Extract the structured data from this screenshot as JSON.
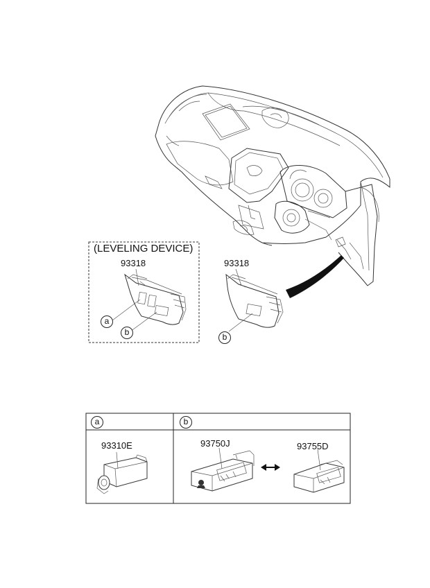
{
  "leveling_device": {
    "heading": "(LEVELING DEVICE)",
    "part_no": "93318",
    "callout_a": "a",
    "callout_b": "b"
  },
  "standard": {
    "part_no": "93318",
    "callout_b": "b"
  },
  "table": {
    "col_a": {
      "head": "a",
      "part_no": "93310E"
    },
    "col_b": {
      "head": "b",
      "part_no_1": "93750J",
      "part_no_2": "93755D"
    }
  }
}
